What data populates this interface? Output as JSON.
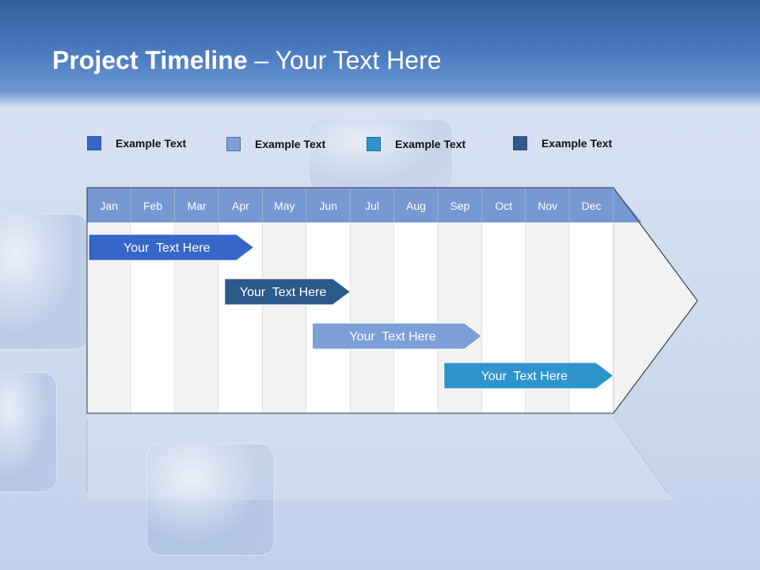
{
  "title": {
    "bold": "Project Timeline",
    "rest": " – Your Text Here"
  },
  "legend": [
    {
      "label": "Example Text",
      "color": "#3566c8"
    },
    {
      "label": "Example Text",
      "color": "#7d9fd8"
    },
    {
      "label": "Example Text",
      "color": "#2e95cc"
    },
    {
      "label": "Example Text",
      "color": "#2c5a8a"
    }
  ],
  "months": [
    "Jan",
    "Feb",
    "Mar",
    "Apr",
    "May",
    "Jun",
    "Jul",
    "Aug",
    "Sep",
    "Oct",
    "Nov",
    "Dec"
  ],
  "tasks": [
    {
      "label": "Your  Text Here",
      "start_month": 1,
      "end_month": 3.8,
      "color": "#3566c8"
    },
    {
      "label": "Your  Text Here",
      "start_month": 4.1,
      "end_month": 6.0,
      "color": "#2c5a8a"
    },
    {
      "label": "Your  Text Here",
      "start_month": 6.1,
      "end_month": 9.0,
      "color": "#7d9fd8"
    },
    {
      "label": "Your  Text Here",
      "start_month": 9.1,
      "end_month": 12.0,
      "color": "#2e95cc"
    }
  ],
  "colors": {
    "header_band": "#7698d3",
    "column_light": "#f2f2f2",
    "column_white": "#ffffff",
    "grid_line": "#c8c8c8"
  }
}
